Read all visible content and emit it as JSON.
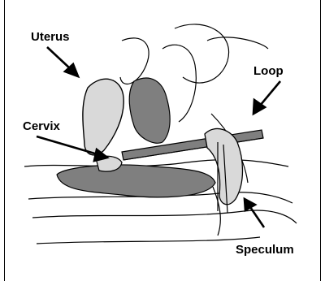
{
  "labels": {
    "uterus": "Uterus",
    "loop": "Loop",
    "cervix": "Cervix",
    "speculum": "Speculum"
  },
  "colors": {
    "line": "#000000",
    "organ_fill": "#d9d9d9",
    "cavity_fill": "#7f7f7f",
    "paper": "#ffffff"
  }
}
